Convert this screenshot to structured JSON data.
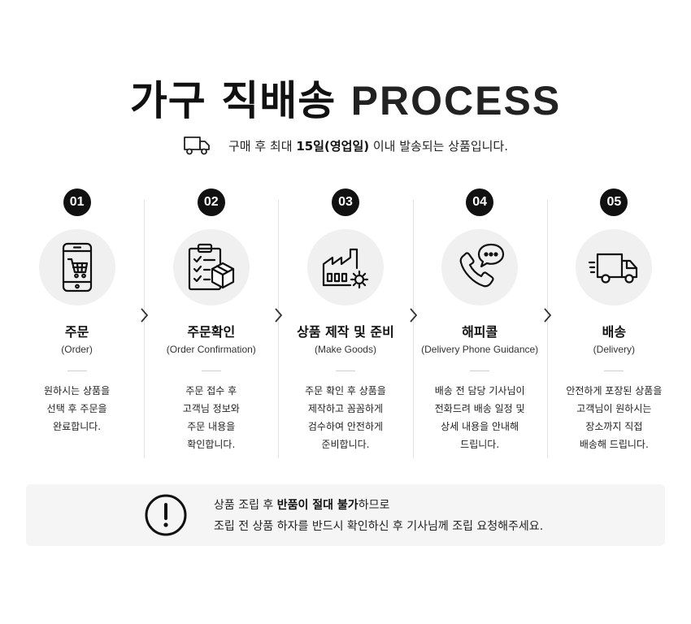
{
  "header": {
    "title_ko": "가구 직배송",
    "title_en": "PROCESS",
    "subtitle_pre": "구매 후 최대 ",
    "subtitle_bold": "15일(영업일)",
    "subtitle_post": " 이내 발송되는 상품입니다."
  },
  "steps": [
    {
      "number": "01",
      "name": "주문",
      "english": "(Order)",
      "icon": "smartphone-cart-icon",
      "description": "원하시는 상품을\n선택 후 주문을\n완료합니다."
    },
    {
      "number": "02",
      "name": "주문확인",
      "english": "(Order Confirmation)",
      "icon": "clipboard-checklist-box-icon",
      "description": "주문 접수 후\n고객님 정보와\n주문 내용을\n확인합니다."
    },
    {
      "number": "03",
      "name": "상품 제작 및 준비",
      "english": "(Make Goods)",
      "icon": "factory-gear-icon",
      "description": "주문 확인 후 상품을\n제작하고 꼼꼼하게\n검수하여 안전하게\n준비합니다."
    },
    {
      "number": "04",
      "name": "해피콜",
      "english": "(Delivery Phone Guidance)",
      "icon": "phone-chat-icon",
      "description": "배송 전 담당 기사님이\n전화드려 배송 일정 및\n상세 내용을 안내해\n드립니다."
    },
    {
      "number": "05",
      "name": "배송",
      "english": "(Delivery)",
      "icon": "delivery-truck-icon",
      "description": "안전하게 포장된 상품을\n고객님이 원하시는\n장소까지 직접\n배송해 드립니다."
    }
  ],
  "notice": {
    "line1_pre": "상품 조립 후 ",
    "line1_bold": "반품이 절대 불가",
    "line1_post": "하므로",
    "line2": "조립 전 상품 하자를 반드시 확인하신 후 기사님께 조립 요청해주세요.",
    "icon": "exclamation-circle-icon"
  }
}
